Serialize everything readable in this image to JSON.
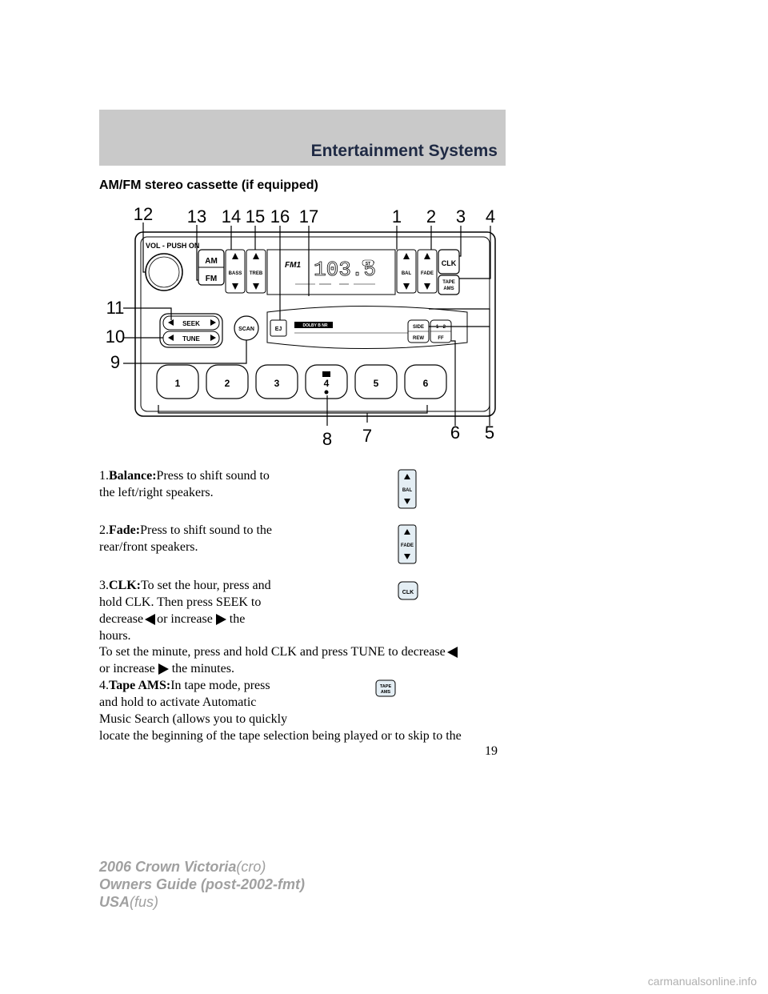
{
  "header": {
    "title": "Entertainment Systems"
  },
  "section_title": "AM/FM stereo cassette (if equipped)",
  "diagram": {
    "callouts": [
      "12",
      "13",
      "14",
      "15",
      "16",
      "17",
      "1",
      "2",
      "3",
      "4",
      "11",
      "10",
      "9",
      "8",
      "7",
      "6",
      "5"
    ],
    "radio": {
      "vol_label": "VOL - PUSH ON",
      "am": "AM",
      "fm": "FM",
      "bass": "BASS",
      "treb": "TREB",
      "band": "FM1",
      "freq": "103.5",
      "st": "ST",
      "bal": "BAL",
      "fade": "FADE",
      "clk": "CLK",
      "tape_ams_1": "TAPE",
      "tape_ams_2": "AMS",
      "seek": "SEEK",
      "tune": "TUNE",
      "scan": "SCAN",
      "ej": "EJ",
      "dolby": "DOLBY B NR",
      "side": "SIDE",
      "rew": "REW",
      "one_two": "1 - 2",
      "ff": "FF",
      "presets": [
        "1",
        "2",
        "3",
        "4",
        "5",
        "6"
      ]
    }
  },
  "items": [
    {
      "num": "1.",
      "term": "Balance:",
      "text_a": "Press to shift sound to",
      "text_b": "the left/right speakers.",
      "icon": "BAL"
    },
    {
      "num": "2.",
      "term": "Fade:",
      "text_a": "Press to shift sound to the",
      "text_b": "rear/front speakers.",
      "icon": "FADE"
    },
    {
      "num": "3.",
      "term": "CLK:",
      "text_a": "To set the hour, press and",
      "text_b": "hold CLK. Then press SEEK to",
      "text_c1": "decrease",
      "text_c2": "or increase",
      "text_c3": "the",
      "text_d": "hours.",
      "icon": "CLK"
    },
    {
      "text_a": "To set the minute, press and hold CLK and press TUNE to decrease",
      "text_b1": "or increase",
      "text_b2": "the minutes."
    },
    {
      "num": "4.",
      "term": "Tape AMS:",
      "text_a": "In tape mode, press",
      "text_b": "and hold to activate Automatic",
      "text_c": "Music Search (allows you to quickly",
      "text_d": "locate the beginning of the tape selection being played or to skip to the",
      "icon_1": "TAPE",
      "icon_2": "AMS"
    }
  ],
  "page_number": "19",
  "footer": {
    "line1_bold": "2006 Crown Victoria",
    "line1_light": "(cro)",
    "line2_bold": "Owners Guide (post-2002-fmt)",
    "line3_bold": "USA",
    "line3_light": "(fus)"
  },
  "watermark": "carmanualsonline.info"
}
